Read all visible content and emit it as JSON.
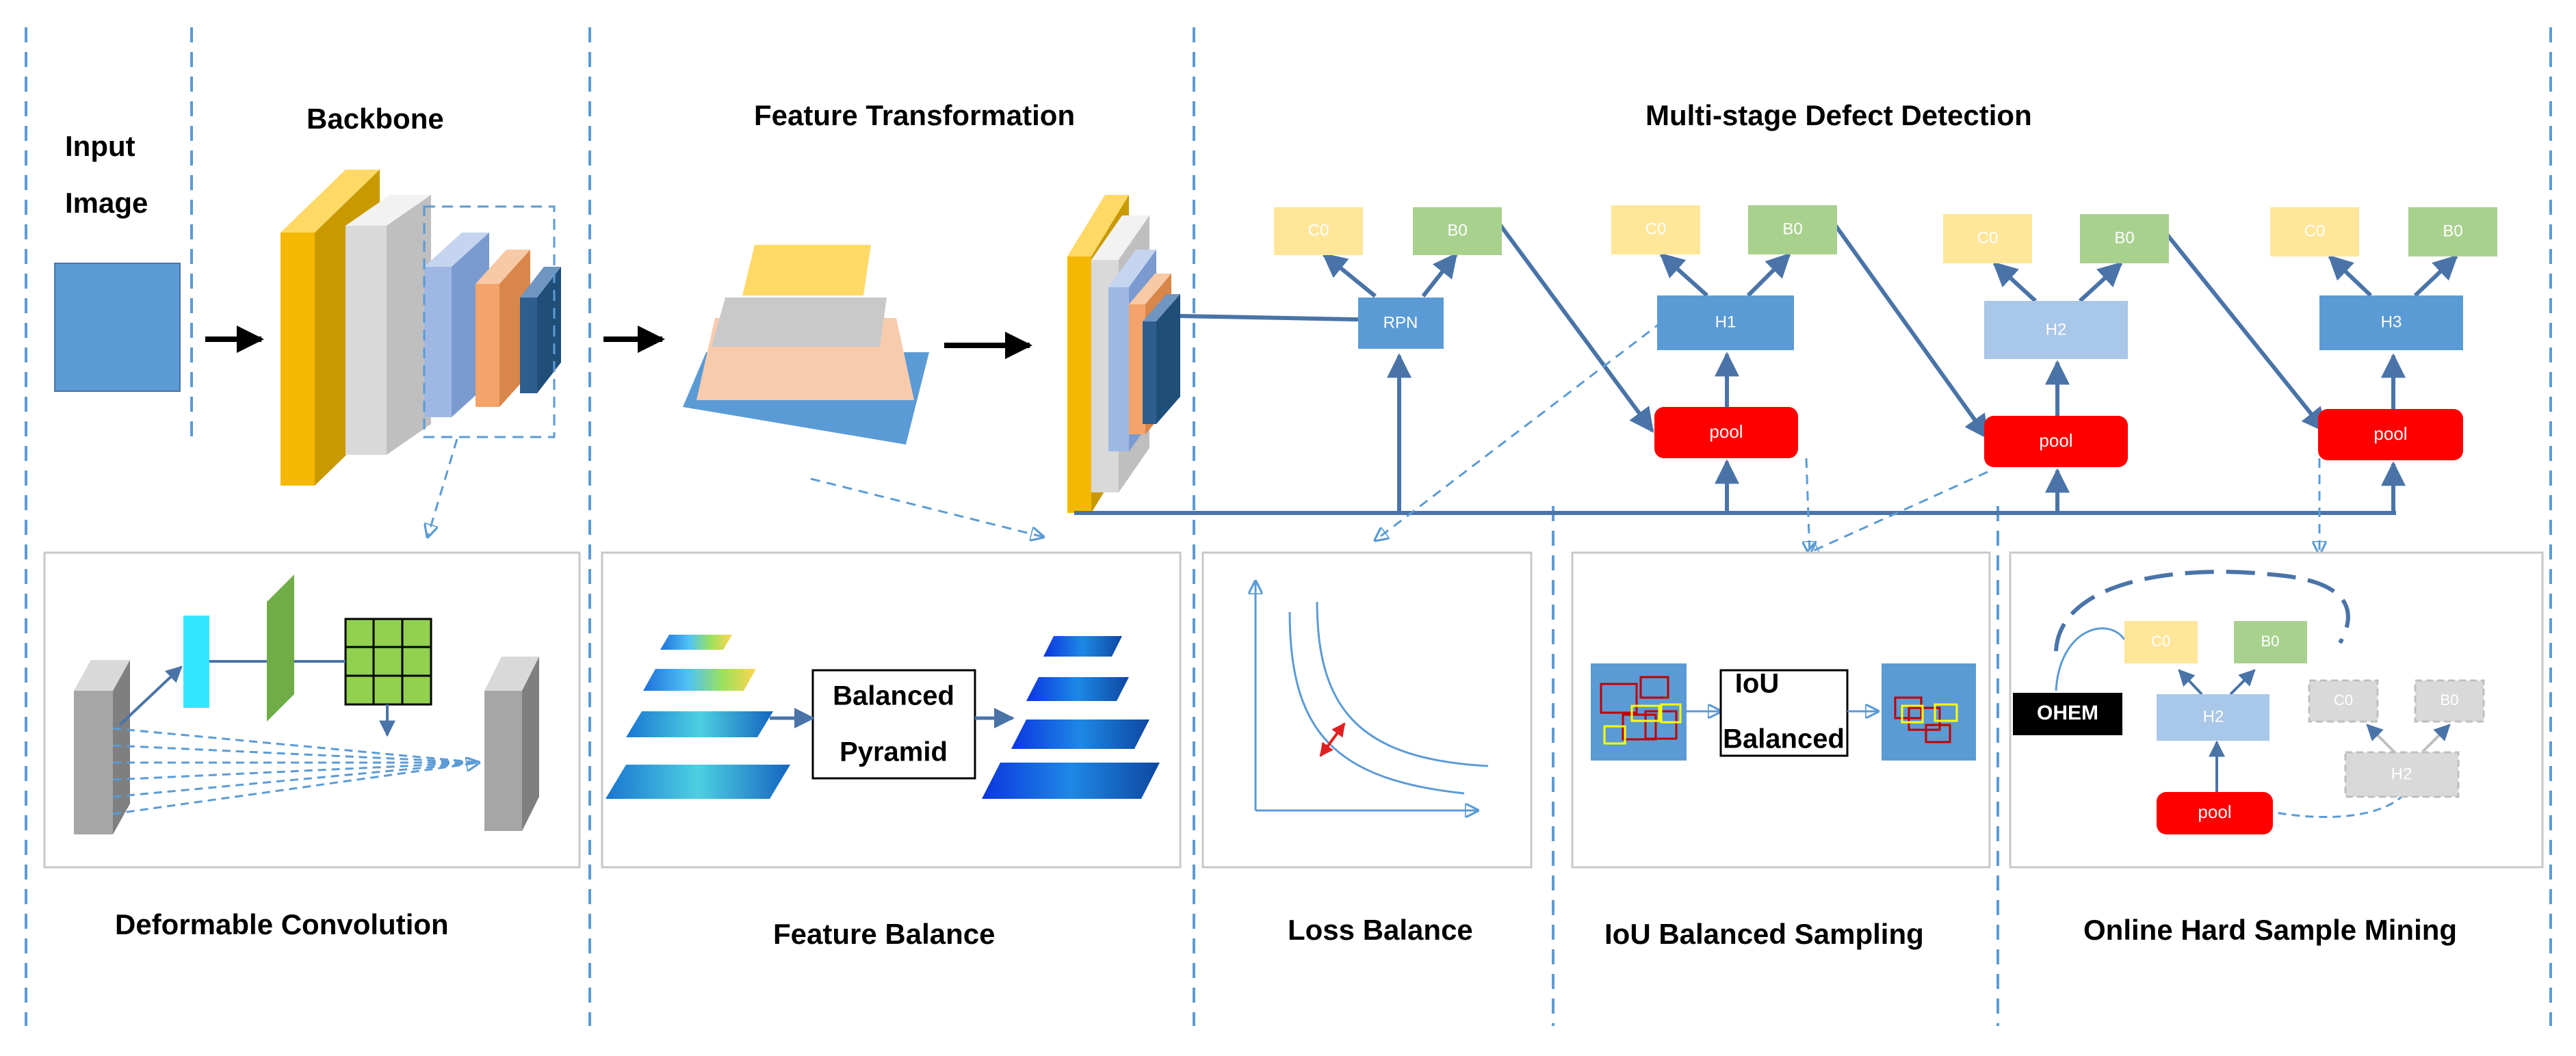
{
  "sections": {
    "input_title_1": "Input",
    "input_title_2": "Image",
    "backbone": "Backbone",
    "feature_transformation": "Feature Transformation",
    "multistage": "Multi-stage Defect Detection"
  },
  "panels": {
    "deformable_convolution": "Deformable Convolution",
    "feature_balance": "Feature Balance",
    "loss_balance": "Loss Balance",
    "iou_balanced_sampling": "IoU Balanced Sampling",
    "online_hard_sample_mining": "Online Hard Sample Mining"
  },
  "nodes": {
    "c0": "C0",
    "b0": "B0",
    "rpn": "RPN",
    "h1": "H1",
    "h2": "H2",
    "h3": "H3",
    "pool": "pool",
    "balanced_pyramid_1": "Balanced",
    "balanced_pyramid_2": "Pyramid",
    "iou_1": "IoU",
    "iou_2": "Balanced",
    "ohem": "OHEM"
  },
  "colors": {
    "divider": "#5b9bd5",
    "arrow": "#4a74a8",
    "head_blue": "#5b9bd5",
    "head_light": "#a9c7e8",
    "c0_fill": "#ffe699",
    "b0_fill": "#a9d18e",
    "pool_red": "#ff0000",
    "yellow_layer": "#f5b800",
    "orange_layer": "#f4a46a",
    "grey_layer": "#d9d9d9",
    "navy_layer": "#2e5e8e"
  }
}
